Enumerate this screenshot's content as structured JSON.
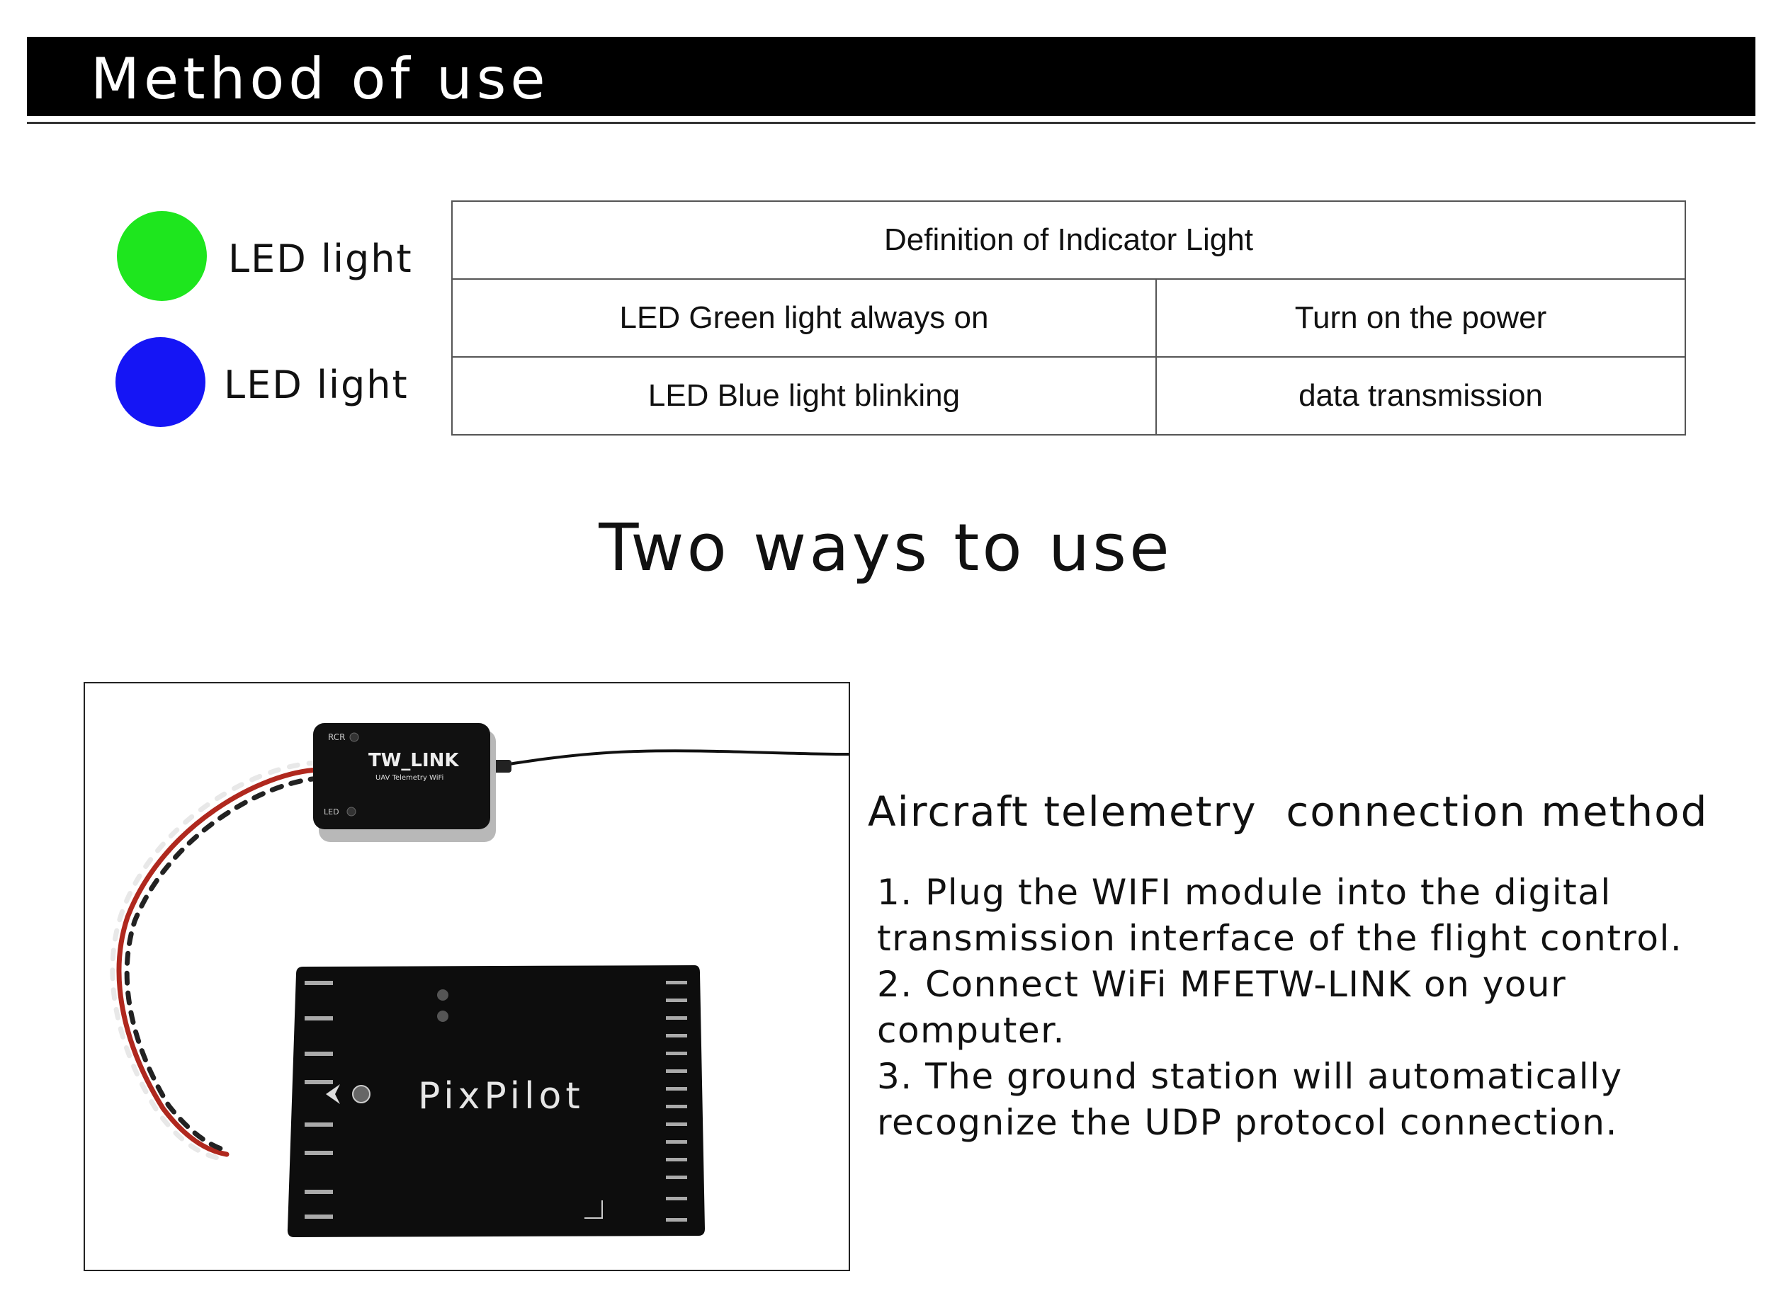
{
  "header": {
    "title": "Method of use"
  },
  "legend": {
    "items": [
      {
        "label": "LED light",
        "color": "#1ee61e"
      },
      {
        "label": "LED light",
        "color": "#1515f5"
      }
    ]
  },
  "indicator_table": {
    "title": "Definition of Indicator Light",
    "rows": [
      [
        "LED Green light always on",
        "Turn on the power"
      ],
      [
        "LED Blue light blinking",
        "data transmission"
      ]
    ]
  },
  "section_title": "Two ways to use",
  "photo": {
    "module_brand": "TW_LINK",
    "module_sub": "UAV Telemetry WiFi",
    "module_rcr": "RCR",
    "module_led": "LED",
    "board_name": "PixPilot"
  },
  "method": {
    "title": "Aircraft telemetry  connection method",
    "steps": [
      "1. Plug the WIFI module into the digital transmission interface of the flight control.",
      "2. Connect WiFi MFETW-LINK on your computer.",
      "3. The ground station will automatically recognize the UDP protocol connection."
    ]
  }
}
